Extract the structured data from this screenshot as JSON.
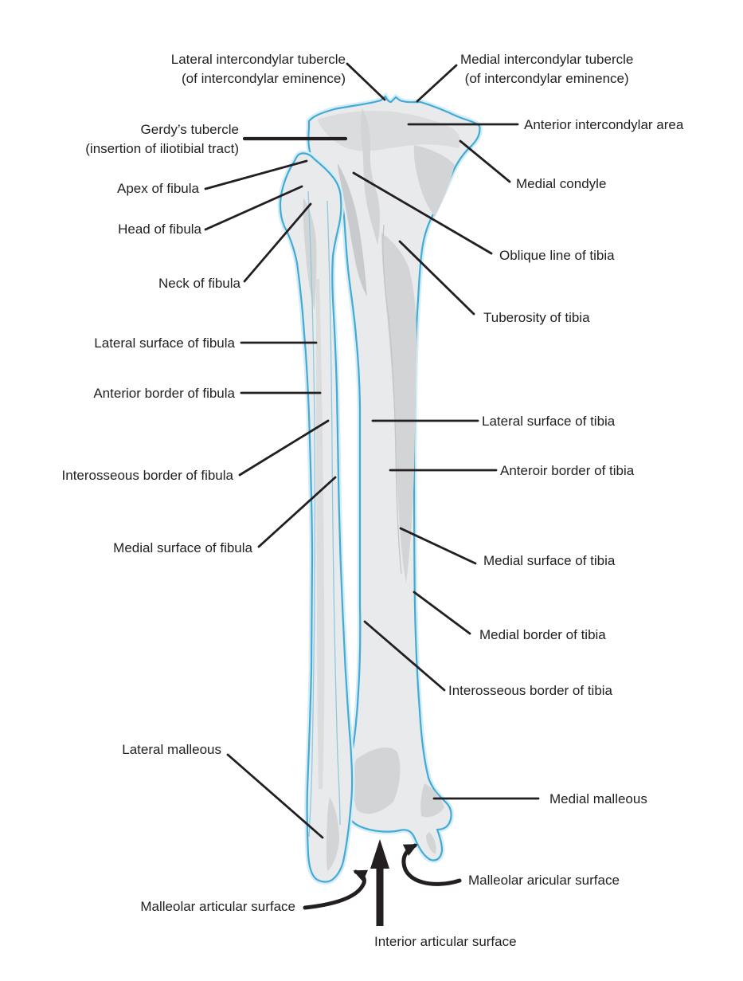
{
  "labels": {
    "lateral_intercondylar_tubercle": "Lateral intercondylar tubercle\n(of intercondylar eminence)",
    "medial_intercondylar_tubercle": "Medial intercondylar tubercle\n(of intercondylar eminence)",
    "gerdys_tubercle": "Gerdy’s tubercle\n(insertion of iliotibial tract)",
    "anterior_intercondylar_area": "Anterior intercondylar area",
    "medial_condyle": "Medial condyle",
    "apex_of_fibula": "Apex of fibula",
    "head_of_fibula": "Head of fibula",
    "neck_of_fibula": "Neck of fibula",
    "oblique_line_of_tibia": "Oblique line of tibia",
    "tuberosity_of_tibia": "Tuberosity of tibia",
    "lateral_surface_of_fibula": "Lateral surface of fibula",
    "anterior_border_of_fibula": "Anterior border of fibula",
    "interosseous_border_of_fibula": "Interosseous border of fibula",
    "medial_surface_of_fibula": "Medial surface of fibula",
    "lateral_surface_of_tibia": "Lateral surface of tibia",
    "anteroir_border_of_tibia": "Anteroir border of tibia",
    "medial_surface_of_tibia": "Medial surface of tibia",
    "medial_border_of_tibia": "Medial border of tibia",
    "interosseous_border_of_tibia": "Interosseous border of tibia",
    "lateral_malleous": "Lateral malleous",
    "medial_malleous": "Medial malleous",
    "malleolar_articular_surface_left": "Malleolar articular surface",
    "malleolar_aricular_surface_right": "Malleolar aricular surface",
    "interior_articular_surface": "Interior articular surface"
  },
  "colors": {
    "background": "#ffffff",
    "outline_blue": "#41abd6",
    "bone_fill": "#e9eaeb",
    "bone_shade": "#d2d4d6",
    "bone_shade_dark": "#c8cacd",
    "text_black": "#231f20"
  }
}
